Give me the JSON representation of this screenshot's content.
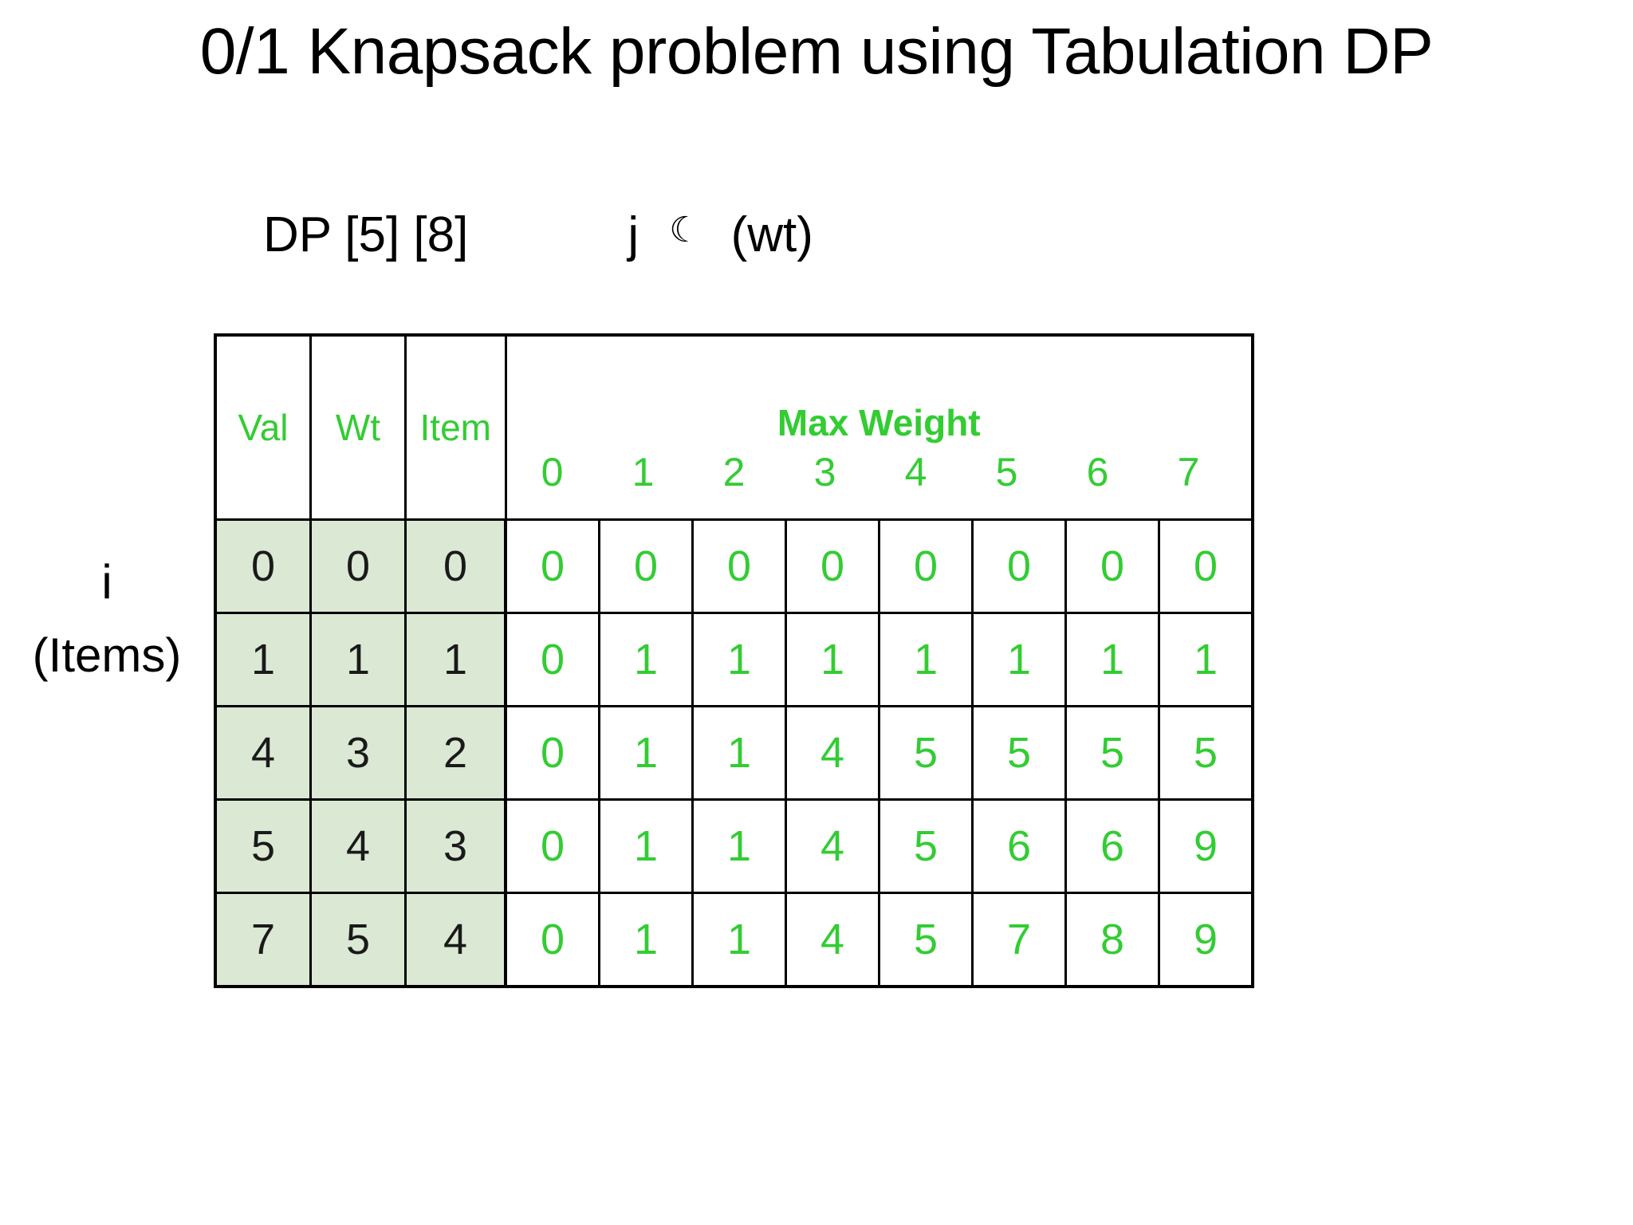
{
  "title": "0/1 Knapsack problem using Tabulation DP",
  "caption": {
    "dp_dims": "DP [5] [8]",
    "j_label": "j",
    "moon_glyph": "☾",
    "wt_label": "(wt)"
  },
  "axis": {
    "row_axis_symbol": "i",
    "row_axis_name": "(Items)"
  },
  "table": {
    "meta_headers": [
      "Val",
      "Wt",
      "Item"
    ],
    "weight_header": "Max Weight",
    "weight_ticks": [
      "0",
      "1",
      "2",
      "3",
      "4",
      "5",
      "6",
      "7"
    ],
    "rows": [
      {
        "val": "0",
        "wt": "0",
        "item": "0",
        "dp": [
          "0",
          "0",
          "0",
          "0",
          "0",
          "0",
          "0",
          "0"
        ]
      },
      {
        "val": "1",
        "wt": "1",
        "item": "1",
        "dp": [
          "0",
          "1",
          "1",
          "1",
          "1",
          "1",
          "1",
          "1"
        ]
      },
      {
        "val": "4",
        "wt": "3",
        "item": "2",
        "dp": [
          "0",
          "1",
          "1",
          "4",
          "5",
          "5",
          "5",
          "5"
        ]
      },
      {
        "val": "5",
        "wt": "4",
        "item": "3",
        "dp": [
          "0",
          "1",
          "1",
          "4",
          "5",
          "6",
          "6",
          "9"
        ]
      },
      {
        "val": "7",
        "wt": "5",
        "item": "4",
        "dp": [
          "0",
          "1",
          "1",
          "4",
          "5",
          "7",
          "8",
          "9"
        ]
      }
    ]
  },
  "colors": {
    "accent_green": "#33cc33",
    "meta_cell_bg": "#dbe8d4",
    "text_black": "#000000"
  },
  "chart_data": {
    "type": "table",
    "title": "0/1 Knapsack problem using Tabulation DP",
    "xlabel": "j (wt) - Max Weight",
    "ylabel": "i (Items)",
    "columns": [
      "Val",
      "Wt",
      "Item",
      "0",
      "1",
      "2",
      "3",
      "4",
      "5",
      "6",
      "7"
    ],
    "rows": [
      [
        "0",
        "0",
        "0",
        "0",
        "0",
        "0",
        "0",
        "0",
        "0",
        "0",
        "0"
      ],
      [
        "1",
        "1",
        "1",
        "0",
        "1",
        "1",
        "1",
        "1",
        "1",
        "1",
        "1"
      ],
      [
        "4",
        "3",
        "2",
        "0",
        "1",
        "1",
        "4",
        "5",
        "5",
        "5",
        "5"
      ],
      [
        "5",
        "4",
        "3",
        "0",
        "1",
        "1",
        "4",
        "5",
        "6",
        "6",
        "9"
      ],
      [
        "7",
        "5",
        "4",
        "0",
        "1",
        "1",
        "4",
        "5",
        "7",
        "8",
        "9"
      ]
    ]
  }
}
